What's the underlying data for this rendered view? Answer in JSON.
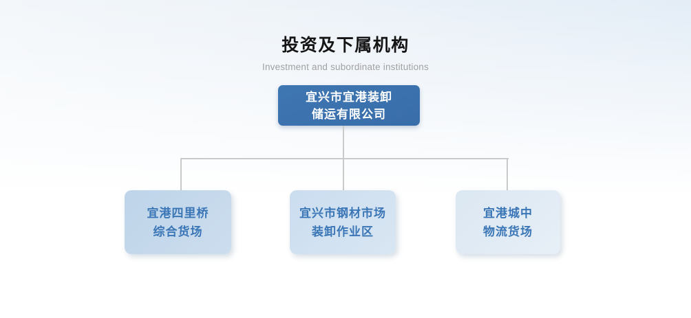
{
  "page": {
    "title": "投资及下属机构",
    "subtitle": "Investment and subordinate institutions"
  },
  "org_chart": {
    "root": {
      "name_line1": "宜兴市宜港装卸",
      "name_line2": "储运有限公司"
    },
    "children": [
      {
        "name_line1": "宜港四里桥",
        "name_line2": "综合货场"
      },
      {
        "name_line1": "宜兴市钢材市场",
        "name_line2": "装卸作业区"
      },
      {
        "name_line1": "宜港城中",
        "name_line2": "物流货场"
      }
    ],
    "colors": {
      "root_fill": "#3b72ae",
      "root_text": "#ffffff",
      "child_fills": [
        "#c4d8eb",
        "#cfe0f0",
        "#dde8f3"
      ],
      "child_text": "#3a76b6",
      "connector": "#c9caca",
      "title_text": "#151515",
      "subtitle_text": "#a0a0a0"
    }
  }
}
